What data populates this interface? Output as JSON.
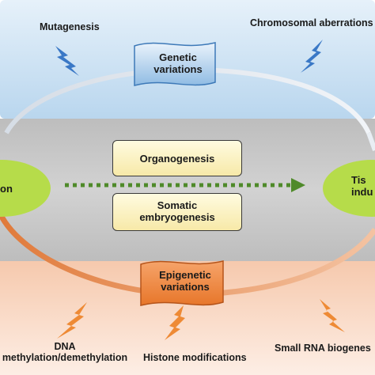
{
  "top_labels": {
    "mutagenesis": "Mutagenesis",
    "chromosomal": "Chromosomal aberrations",
    "genetic_banner": "Genetic\nvariations"
  },
  "middle": {
    "organogenesis": "Organogenesis",
    "somatic": "Somatic\nembryogenesis",
    "left_oval_text": "on",
    "right_oval_text": "Tis\nindu"
  },
  "bottom_labels": {
    "epigenetic_banner": "Epigenetic\nvariations",
    "dna": "DNA\nmethylation/demethylation",
    "histone": "Histone modifications",
    "small_rna": "Small RNA biogenes"
  },
  "colors": {
    "top_band": "#cfe3f4",
    "middle_band": "#c8c8c8",
    "bottom_band": "#f8d6c2",
    "oval": "#b6dc4a",
    "arrow_green": "#4f8a2a",
    "lightning_blue": "#3a78c6",
    "lightning_orange": "#ee8a35"
  }
}
